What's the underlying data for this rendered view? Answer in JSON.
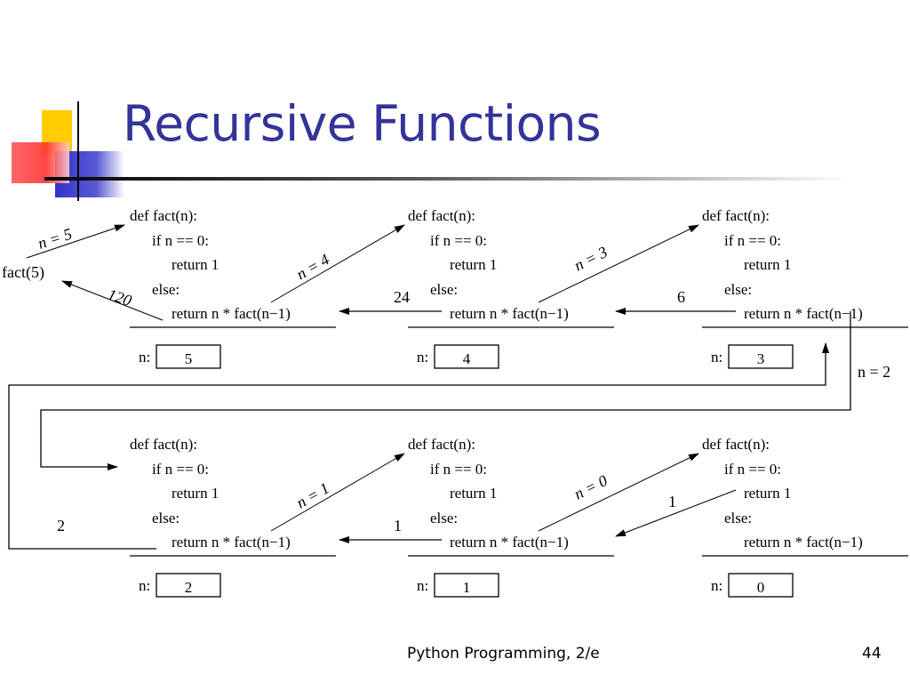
{
  "slide": {
    "title": "Recursive Functions",
    "footer": "Python Programming, 2/e",
    "page_number": "44",
    "title_color": "#333399"
  },
  "frames": [
    {
      "n": "5",
      "code": [
        "def fact(n):",
        "if n == 0:",
        "return 1",
        "else:",
        "return n * fact(n−1)"
      ],
      "n_label": "n:"
    },
    {
      "n": "4",
      "code": [
        "def fact(n):",
        "if n == 0:",
        "return 1",
        "else:",
        "return n * fact(n−1)"
      ],
      "n_label": "n:"
    },
    {
      "n": "3",
      "code": [
        "def fact(n):",
        "if n == 0:",
        "return 1",
        "else:",
        "return n * fact(n−1)"
      ],
      "n_label": "n:"
    },
    {
      "n": "2",
      "code": [
        "def fact(n):",
        "if n == 0:",
        "return 1",
        "else:",
        "return n * fact(n−1)"
      ],
      "n_label": "n:"
    },
    {
      "n": "1",
      "code": [
        "def fact(n):",
        "if n == 0:",
        "return 1",
        "else:",
        "return n * fact(n−1)"
      ],
      "n_label": "n:"
    },
    {
      "n": "0",
      "code": [
        "def fact(n):",
        "if n == 0:",
        "return 1",
        "else:",
        "return n * fact(n−1)"
      ],
      "n_label": "n:"
    }
  ],
  "call_labels": {
    "initial_call": "fact(5)",
    "n5": "n = 5",
    "n4": "n = 4",
    "n3": "n = 3",
    "n2": "n = 2",
    "n1": "n = 1",
    "n0": "n = 0"
  },
  "return_values": {
    "r120": "120",
    "r24": "24",
    "r6": "6",
    "r2": "2",
    "r1a": "1",
    "r1b": "1"
  },
  "decoration": {
    "yellow": "#FFCC00",
    "red": "#FF3333",
    "blue": "#3333CC"
  }
}
